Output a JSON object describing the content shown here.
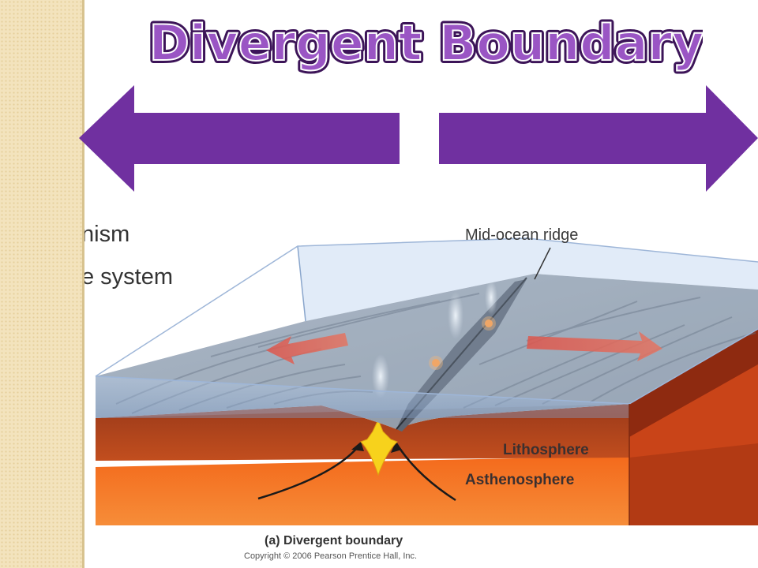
{
  "slide": {
    "title": "Divergent Boundary"
  },
  "colors": {
    "title_fill": "#8e44b8",
    "arrow_fill": "#7030a0",
    "sidebar": "#f3e3bd"
  },
  "figure": {
    "cutoff_line_1": "nism",
    "cutoff_line_2": "e system",
    "ridge_label": "Mid-ocean ridge",
    "lithosphere_label": "Lithosphere",
    "asthenosphere_label": "Asthenosphere",
    "caption": "(a) Divergent boundary",
    "copyright": "Copyright © 2006 Pearson Prentice Hall, Inc."
  }
}
